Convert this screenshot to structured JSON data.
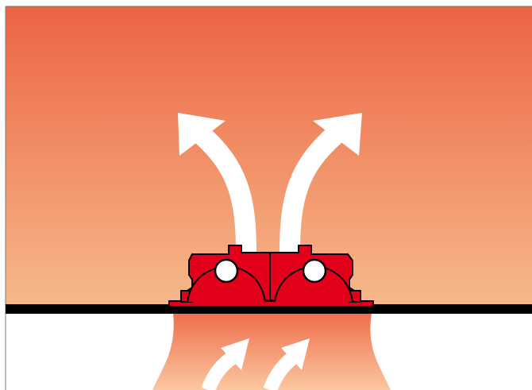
{
  "diagram": {
    "colors": {
      "hot_top": "#ec6443",
      "hot_bottom": "#f7b98a",
      "plume_top": "#ef6e4c",
      "plume_bottom": "#fbc7a0",
      "floor_line": "#000000",
      "vent_body": "#e2001a",
      "vent_outline": "#000000",
      "arrow": "#ffffff",
      "frame": "#7a7a7a"
    },
    "icons": [
      "outflow-arrow-left",
      "outflow-arrow-right",
      "inflow-arrow-left",
      "inflow-arrow-right",
      "vent-unit",
      "fan-dome-left",
      "fan-dome-right"
    ]
  }
}
